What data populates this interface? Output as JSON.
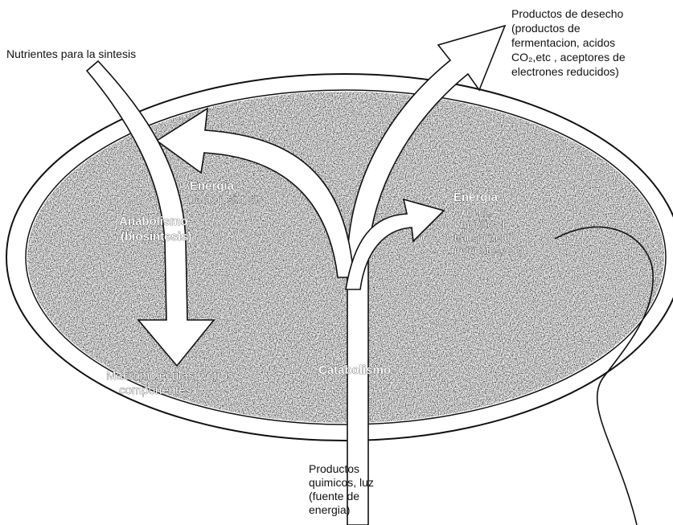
{
  "labels": {
    "nutrients": "Nutrientes para la sintesis",
    "waste": [
      "Productos de desecho",
      "(productos de",
      "fermentacion, acidos",
      "CO₂,etc , aceptores de",
      "electrones reducidos)"
    ],
    "energy_left": "Energia",
    "energy_left_sub": "para biosintesis",
    "anabolism": "Anabolismo",
    "biosynthesis": "(biosintesis)",
    "energy_right": "Energia",
    "energy_right_sub": [
      "(p.ej.,",
      "movilidad",
      "transporte de",
      "nutrientes, etc)"
    ],
    "macromolecules": "Macromoleculas y otros",
    "components": "componentes",
    "catabolism": "Catabolismo",
    "chemical_products": [
      "Productos",
      "quimicos, luz",
      "(fuente de",
      "energia)"
    ]
  }
}
